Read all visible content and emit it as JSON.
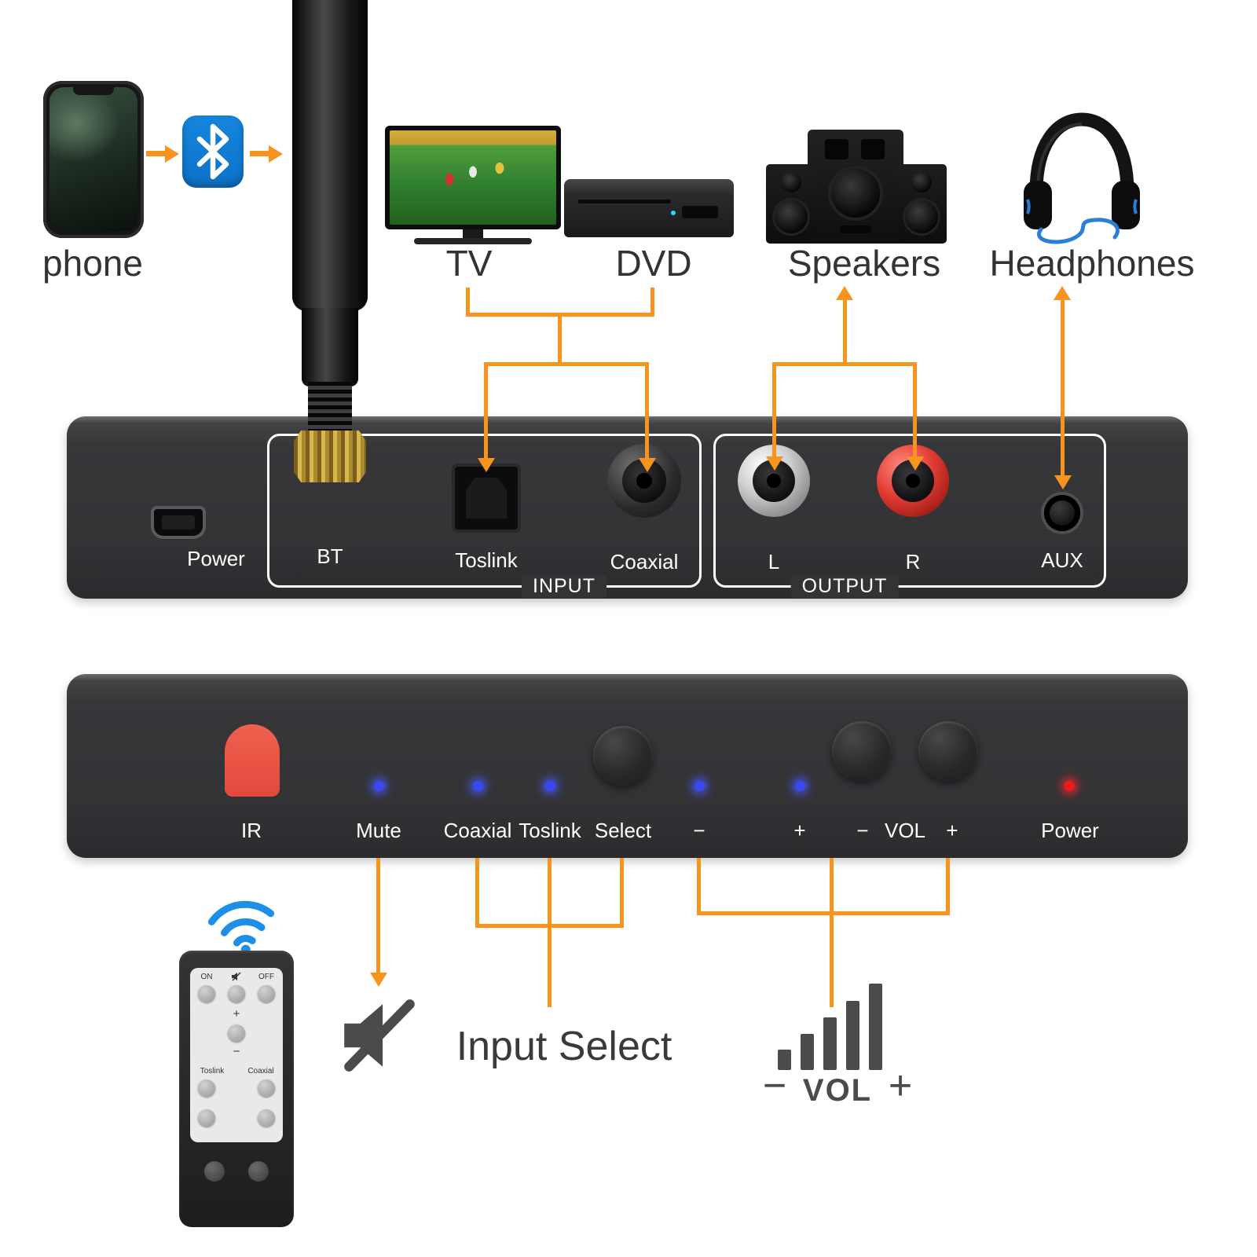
{
  "devices": {
    "phone": "phone",
    "tv": "TV",
    "dvd": "DVD",
    "speakers": "Speakers",
    "headphones": "Headphones"
  },
  "rear_panel": {
    "power": "Power",
    "bt": "BT",
    "toslink": "Toslink",
    "coaxial": "Coaxial",
    "input_group": "INPUT",
    "left": "L",
    "right": "R",
    "output_group": "OUTPUT",
    "aux": "AUX"
  },
  "front_panel": {
    "ir": "IR",
    "mute": "Mute",
    "coaxial": "Coaxial",
    "toslink": "Toslink",
    "select": "Select",
    "minus": "−",
    "plus": "+",
    "vol_minus": "−",
    "vol": "VOL",
    "vol_plus": "+",
    "power": "Power"
  },
  "callouts": {
    "input_select": "Input Select",
    "vol_minus": "−",
    "vol": "VOL",
    "vol_plus": "+"
  },
  "remote": {
    "on": "ON",
    "off": "OFF",
    "plus": "+",
    "minus": "−",
    "toslink": "Toslink",
    "coaxial": "Coaxial"
  },
  "colors": {
    "accent_orange": "#F7941D",
    "panel_dark": "#333336",
    "bluetooth_blue": "#0E72C8",
    "led_blue": "#3948F2",
    "led_red": "#EF1A1A",
    "ir_red": "#E2493C"
  }
}
